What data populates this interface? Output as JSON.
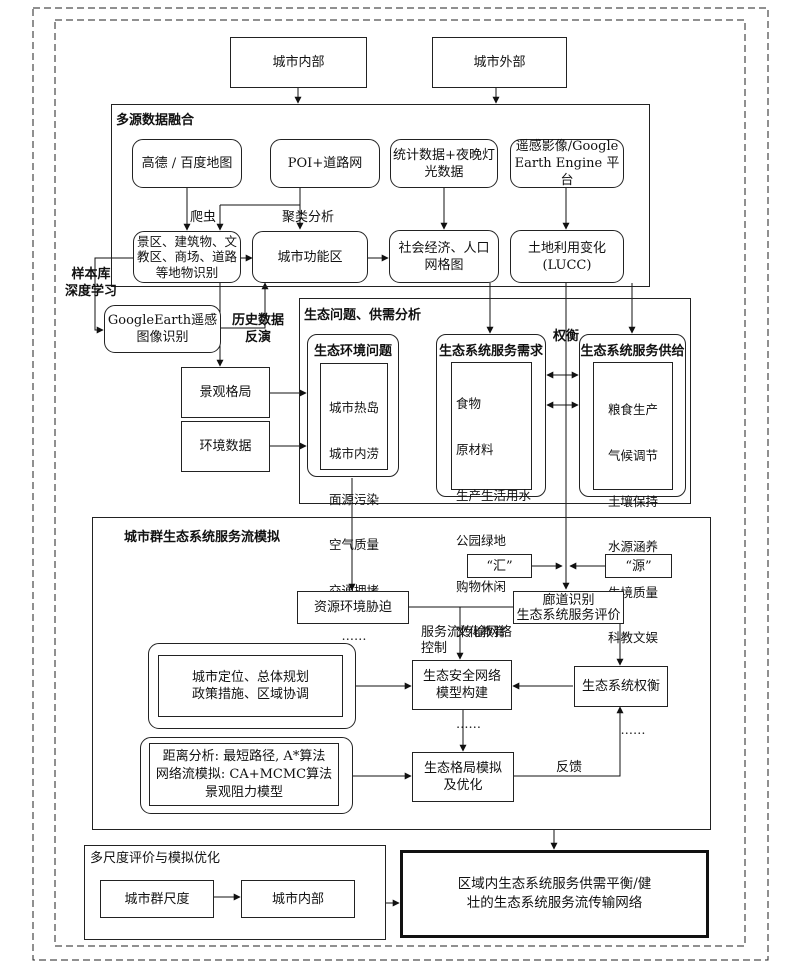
{
  "top": {
    "internal": "城市内部",
    "external": "城市外部"
  },
  "fusion": {
    "title": "多源数据融合",
    "gaode": "高德 / 百度地图",
    "poi": "POI+道路网",
    "stats": [
      "统计数据+夜晚灯",
      "光数据"
    ],
    "rs": [
      "遥感影像/Google",
      "Earth Engine 平台"
    ],
    "crawler": "爬虫",
    "cluster": "聚类分析",
    "ident": [
      "景区、建筑物、文",
      "教区、商场、道路",
      "等地物识别"
    ],
    "func": "城市功能区",
    "socio": [
      "社会经济、人口",
      "网格图"
    ],
    "lucc": [
      "土地利用变化",
      "(LUCC)"
    ]
  },
  "side": {
    "sample": [
      "样本库",
      "深度学习"
    ],
    "gearth": [
      "GoogleEarth遥感",
      "图像识别"
    ],
    "history": [
      "历史数据",
      "反演"
    ],
    "landscape": "景观格局",
    "envdata": "环境数据"
  },
  "eco": {
    "title": "生态问题、供需分析",
    "env_title": "生态环境问题",
    "env_items": [
      "城市热岛",
      "城市内涝",
      "面源污染",
      "空气质量",
      "交通拥堵",
      "……"
    ],
    "demand_title": "生态系统服务需求",
    "demand_items": [
      "食物",
      "原材料",
      "生产生活用水",
      "公园绿地",
      "购物休闲",
      "文化教育",
      "交通",
      "……",
      "……"
    ],
    "tradeoff": "权衡",
    "supply_title": "生态系统服务供给",
    "supply_items": [
      "粮食生产",
      "气候调节",
      "土壤保持",
      "水源涵养",
      "生境质量",
      "科教文娱",
      "……",
      "……"
    ]
  },
  "flow": {
    "title": "城市群生态系统服务流模拟",
    "sink": "“汇”",
    "source": "“源”",
    "stress": "资源环境胁迫",
    "corridor": [
      "廊道识别",
      "生态系统服务评价"
    ],
    "control": [
      "服务流传输网络",
      "控制"
    ],
    "policy": [
      "城市定位、总体规划",
      "政策措施、区域协调"
    ],
    "network": [
      "生态安全网络",
      "模型构建"
    ],
    "tradeoff": "生态系统权衡",
    "methods": [
      "距离分析: 最短路径, A*算法",
      "网络流模拟: CA+MCMC算法",
      "景观阻力模型"
    ],
    "pattern": [
      "生态格局模拟",
      "及优化"
    ],
    "feedback": "反馈"
  },
  "multi": {
    "title": "多尺度评价与模拟优化",
    "group": "城市群尺度",
    "internal": "城市内部"
  },
  "result": [
    "区域内生态系统服务供需平衡/健",
    "壮的生态系统服务流传输网络"
  ]
}
